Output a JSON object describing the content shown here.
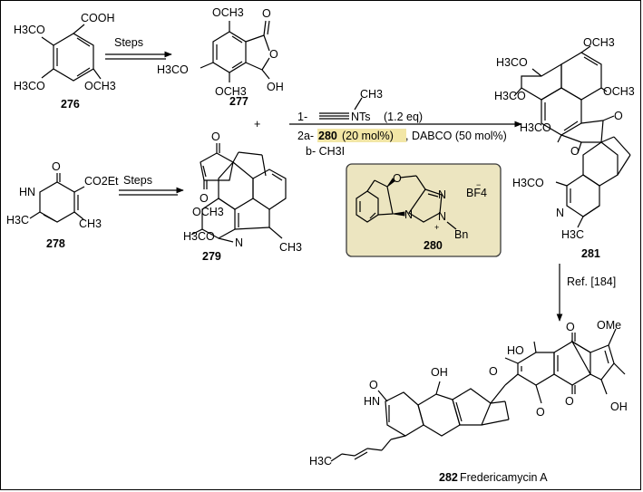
{
  "colors": {
    "catalyst_box_fill": "#ece5c0",
    "catalyst_box_stroke": "#3a3a3a",
    "highlight": "#f2e6a6",
    "ink": "#000000"
  },
  "compounds": {
    "c276": {
      "number": "276",
      "groups": [
        "H3CO",
        "COOH",
        "H3CO",
        "OCH3"
      ]
    },
    "c277": {
      "number": "277",
      "groups": [
        "OCH3",
        "O",
        "O",
        "H3CO",
        "OCH3",
        "OH"
      ]
    },
    "c278": {
      "number": "278",
      "groups": [
        "O",
        "CO2Et",
        "HN",
        "H3C",
        "CH3"
      ]
    },
    "c279": {
      "number": "279",
      "groups": [
        "O",
        "O",
        "OCH3",
        "H3CO",
        "N",
        "CH3"
      ]
    },
    "c280": {
      "number": "280",
      "groups": [
        "O",
        "N",
        "N",
        "N",
        "BF4",
        "−",
        "+",
        "Bn"
      ]
    },
    "c281": {
      "number": "281",
      "groups": [
        "H3CO",
        "OCH3",
        "H3CO",
        "OCH3",
        "H3CO",
        "O",
        "O",
        "H3CO",
        "N",
        "H3C"
      ]
    },
    "c282": {
      "number": "282",
      "caption": "Fredericamycin A",
      "groups": [
        "OMe",
        "O",
        "HO",
        "O",
        "O",
        "OH",
        "HN",
        "OH",
        "O",
        "O",
        "H3C"
      ]
    }
  },
  "arrows": {
    "a1": {
      "label": "Steps"
    },
    "a2": {
      "label": "Steps"
    },
    "a3": {
      "step1_prefix": "1-",
      "ynamide_n": "N",
      "ynamide_ch3": "CH3",
      "ynamide_nts": "NTs",
      "step1_eq": "(1.2 eq)",
      "step2_prefix": "2a-",
      "step2_catalyst": "280",
      "step2_loading": "(20 mol%)",
      "step2_rest": ", DABCO (50 mol%)",
      "step2b": "b- CH3I"
    },
    "a4": {
      "label": "Ref. [184]"
    }
  },
  "plus_sign": "+"
}
